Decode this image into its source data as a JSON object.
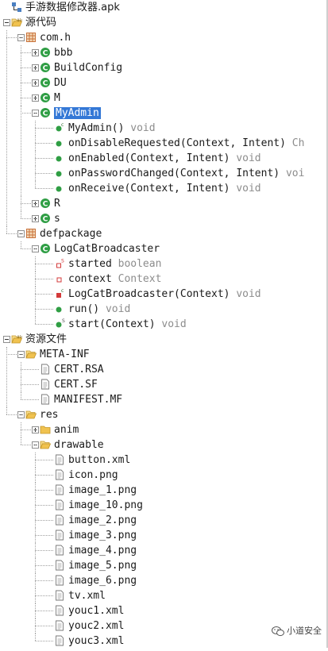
{
  "colors": {
    "selection": "#3478d6",
    "class_icon": "#2f9e44",
    "package_icon": "#c9723c",
    "folder": "#f0c24f",
    "method_public": "#2f9e44",
    "field_private": "#d33a3a"
  },
  "tree": [
    {
      "depth": 0,
      "kind": "apk",
      "expander": "none",
      "name": "手游数据修改器.apk"
    },
    {
      "depth": 0,
      "kind": "folder-src",
      "expander": "minus",
      "name": "源代码"
    },
    {
      "depth": 1,
      "kind": "package",
      "expander": "minus",
      "name": "com.h"
    },
    {
      "depth": 2,
      "kind": "class",
      "expander": "plus",
      "name": "bbb"
    },
    {
      "depth": 2,
      "kind": "class",
      "expander": "plus",
      "name": "BuildConfig"
    },
    {
      "depth": 2,
      "kind": "class",
      "expander": "plus",
      "name": "DU"
    },
    {
      "depth": 2,
      "kind": "class",
      "expander": "plus",
      "name": "M"
    },
    {
      "depth": 2,
      "kind": "class",
      "expander": "minus",
      "name": "MyAdmin",
      "selected": true
    },
    {
      "depth": 3,
      "kind": "constructor",
      "expander": "none",
      "name": "MyAdmin()",
      "type": "void"
    },
    {
      "depth": 3,
      "kind": "method",
      "expander": "none",
      "name": "onDisableRequested(Context, Intent)",
      "type": "Ch"
    },
    {
      "depth": 3,
      "kind": "method",
      "expander": "none",
      "name": "onEnabled(Context, Intent)",
      "type": "void"
    },
    {
      "depth": 3,
      "kind": "method",
      "expander": "none",
      "name": "onPasswordChanged(Context, Intent)",
      "type": "voi"
    },
    {
      "depth": 3,
      "kind": "method",
      "expander": "none",
      "name": "onReceive(Context, Intent)",
      "type": "void"
    },
    {
      "depth": 2,
      "kind": "class",
      "expander": "plus",
      "name": "R"
    },
    {
      "depth": 2,
      "kind": "class",
      "expander": "plus",
      "name": "s"
    },
    {
      "depth": 1,
      "kind": "package",
      "expander": "minus",
      "name": "defpackage"
    },
    {
      "depth": 2,
      "kind": "class",
      "expander": "minus",
      "name": "LogCatBroadcaster"
    },
    {
      "depth": 3,
      "kind": "field-static",
      "expander": "none",
      "name": "started",
      "type": "boolean"
    },
    {
      "depth": 3,
      "kind": "field-private",
      "expander": "none",
      "name": "context",
      "type": "Context"
    },
    {
      "depth": 3,
      "kind": "constructor-private",
      "expander": "none",
      "name": "LogCatBroadcaster(Context)",
      "type": "void"
    },
    {
      "depth": 3,
      "kind": "method",
      "expander": "none",
      "name": "run()",
      "type": "void"
    },
    {
      "depth": 3,
      "kind": "method-static",
      "expander": "none",
      "name": "start(Context)",
      "type": "void"
    },
    {
      "depth": 0,
      "kind": "folder-res",
      "expander": "minus",
      "name": "资源文件"
    },
    {
      "depth": 1,
      "kind": "folder-open",
      "expander": "minus",
      "name": "META-INF"
    },
    {
      "depth": 2,
      "kind": "file",
      "expander": "none",
      "name": "CERT.RSA"
    },
    {
      "depth": 2,
      "kind": "file",
      "expander": "none",
      "name": "CERT.SF"
    },
    {
      "depth": 2,
      "kind": "file",
      "expander": "none",
      "name": "MANIFEST.MF"
    },
    {
      "depth": 1,
      "kind": "folder-open",
      "expander": "minus",
      "name": "res"
    },
    {
      "depth": 2,
      "kind": "folder",
      "expander": "plus",
      "name": "anim"
    },
    {
      "depth": 2,
      "kind": "folder-open",
      "expander": "minus",
      "name": "drawable"
    },
    {
      "depth": 3,
      "kind": "file",
      "expander": "none",
      "name": "button.xml"
    },
    {
      "depth": 3,
      "kind": "file",
      "expander": "none",
      "name": "icon.png"
    },
    {
      "depth": 3,
      "kind": "file",
      "expander": "none",
      "name": "image_1.png"
    },
    {
      "depth": 3,
      "kind": "file",
      "expander": "none",
      "name": "image_10.png"
    },
    {
      "depth": 3,
      "kind": "file",
      "expander": "none",
      "name": "image_2.png"
    },
    {
      "depth": 3,
      "kind": "file",
      "expander": "none",
      "name": "image_3.png"
    },
    {
      "depth": 3,
      "kind": "file",
      "expander": "none",
      "name": "image_4.png"
    },
    {
      "depth": 3,
      "kind": "file",
      "expander": "none",
      "name": "image_5.png"
    },
    {
      "depth": 3,
      "kind": "file",
      "expander": "none",
      "name": "image_6.png"
    },
    {
      "depth": 3,
      "kind": "file",
      "expander": "none",
      "name": "tv.xml"
    },
    {
      "depth": 3,
      "kind": "file",
      "expander": "none",
      "name": "youc1.xml"
    },
    {
      "depth": 3,
      "kind": "file",
      "expander": "none",
      "name": "youc2.xml"
    },
    {
      "depth": 3,
      "kind": "file",
      "expander": "none",
      "name": "youc3.xml"
    }
  ],
  "watermark": {
    "text": "小道安全",
    "icon": "wechat-icon"
  }
}
